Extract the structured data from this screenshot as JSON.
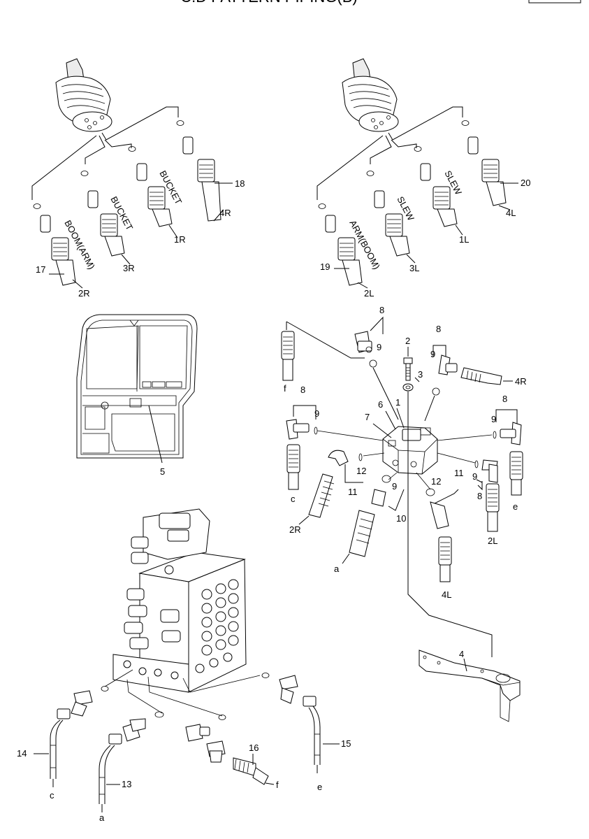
{
  "header": {
    "title": "C.D PATTERN PIPING(B)"
  },
  "groups": {
    "right_lever": {
      "callouts": {
        "p17": "17",
        "p18": "18"
      },
      "ports": {
        "r1": "1R",
        "r2": "2R",
        "r3": "3R",
        "r4": "4R"
      },
      "functions": {
        "boom_arm": "BOOM(ARM)",
        "bucket_a": "BUCKET",
        "bucket_b": "BUCKET"
      }
    },
    "left_lever": {
      "callouts": {
        "p19": "19",
        "p20": "20"
      },
      "ports": {
        "l1": "1L",
        "l2": "2L",
        "l3": "3L",
        "l4": "4L"
      },
      "functions": {
        "arm_boom": "ARM(BOOM)",
        "slew_a": "SLEW",
        "slew_b": "SLEW"
      }
    },
    "cab": {
      "callouts": {
        "p5": "5"
      }
    },
    "terminal_block": {
      "callouts": {
        "p1": "1",
        "p2": "2",
        "p3": "3",
        "p4": "4",
        "p6": "6",
        "p7": "7",
        "p8a": "8",
        "p8b": "8",
        "p8c": "8",
        "p8d": "8",
        "p8e": "8",
        "p9a": "9",
        "p9b": "9",
        "p9c": "9",
        "p9d": "9",
        "p9e": "9",
        "p9f": "9",
        "p10": "10",
        "p11a": "11",
        "p11b": "11",
        "p12a": "12",
        "p12b": "12"
      },
      "ports": {
        "f": "f",
        "r4": "4R",
        "c": "c",
        "e": "e",
        "r2": "2R",
        "a": "a",
        "l2": "2L",
        "l4": "4L"
      }
    },
    "control_valve": {
      "callouts": {
        "p13": "13",
        "p14": "14",
        "p15": "15",
        "p16": "16"
      },
      "ports": {
        "c": "c",
        "a": "a",
        "f": "f",
        "e": "e"
      }
    }
  }
}
